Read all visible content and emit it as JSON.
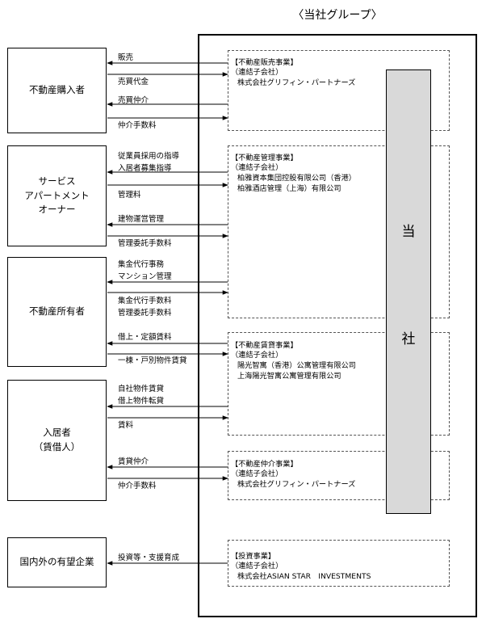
{
  "group_title": "〈当社グループ〉",
  "company": [
    "当",
    "社"
  ],
  "left_boxes": [
    {
      "id": "buyers",
      "label": "不動産購入者"
    },
    {
      "id": "service",
      "label": "サービス\nアパートメント\nオーナー"
    },
    {
      "id": "owners",
      "label": "不動産所有者"
    },
    {
      "id": "tenants",
      "label": "入居者\n（賃借人）"
    },
    {
      "id": "companies",
      "label": "国内外の有望企業"
    }
  ],
  "segments": [
    {
      "title": "【不動産販売事業】",
      "sub": "（連結子会社）",
      "lines": [
        "株式会社グリフィン・パートナーズ"
      ]
    },
    {
      "title": "【不動産管理事業】",
      "sub": "（連結子会社）",
      "lines": [
        "柏雅資本集団控股有限公司（香港）",
        "柏雅酒店管理（上海）有限公司"
      ]
    },
    {
      "title": "【不動産賃貸事業】",
      "sub": "（連結子会社）",
      "lines": [
        "陽光智寓（香港）公寓管理有限公司",
        "上海陽光智寓公寓管理有限公司"
      ]
    },
    {
      "title": "【不動産仲介事業】",
      "sub": "（連結子会社）",
      "lines": [
        "株式会社グリフィン・パートナーズ"
      ]
    },
    {
      "title": "【投資事業】",
      "sub": "（連結子会社）",
      "lines": [
        "株式会社ASIAN STAR　INVESTMENTS"
      ]
    }
  ],
  "flows": [
    "販売",
    "売買代金",
    "売買仲介",
    "仲介手数料",
    "従業員採用の指導",
    "入居者募集指導",
    "管理料",
    "建物運営管理",
    "管理委託手数料",
    "集金代行事務",
    "マンション管理",
    "集金代行手数料",
    "管理委託手数料",
    "借上・定額賃料",
    "一棟・戸別物件賃貸",
    "自社物件賃貸",
    "借上物件転貸",
    "賃料",
    "賃貸仲介",
    "仲介手数料",
    "投資等・支援育成"
  ]
}
